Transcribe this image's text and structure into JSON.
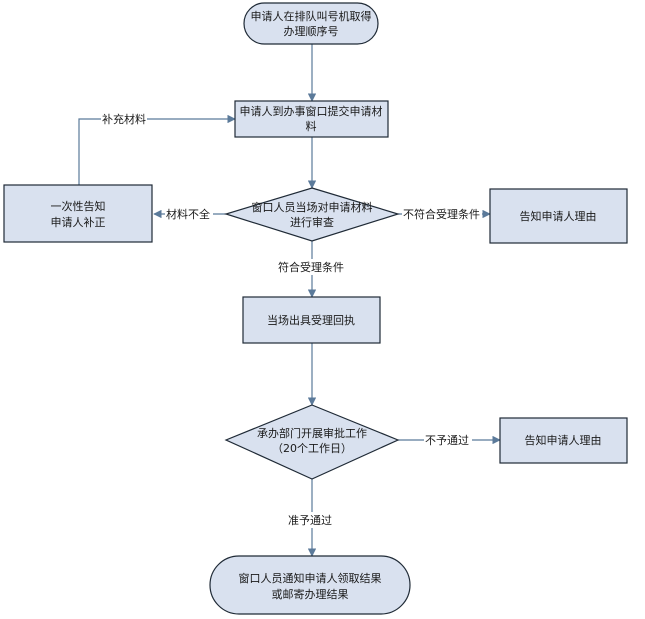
{
  "nodes": {
    "start": {
      "lines": [
        "申请人在排队叫号机取得",
        "办理顺序号"
      ]
    },
    "submit": {
      "lines": [
        "申请人到办事窗口提交申请材",
        "料"
      ]
    },
    "notify_supplement": {
      "lines": [
        "一次性告知",
        "申请人补正"
      ]
    },
    "review": {
      "lines": [
        "窗口人员当场对申请材料",
        "进行审查"
      ]
    },
    "reject_reason_1": {
      "lines": [
        "告知申请人理由"
      ]
    },
    "receipt": {
      "lines": [
        "当场出具受理回执"
      ]
    },
    "approval": {
      "lines": [
        "承办部门开展审批工作",
        "（20个工作日）"
      ]
    },
    "reject_reason_2": {
      "lines": [
        "告知申请人理由"
      ]
    },
    "end": {
      "lines": [
        "窗口人员通知申请人领取结果",
        "或邮寄办理结果"
      ]
    }
  },
  "edges": {
    "supplement": "补充材料",
    "incomplete": "材料不全",
    "not_qualified": "不符合受理条件",
    "qualified": "符合受理条件",
    "not_approved": "不予通过",
    "approved": "准予通过"
  }
}
